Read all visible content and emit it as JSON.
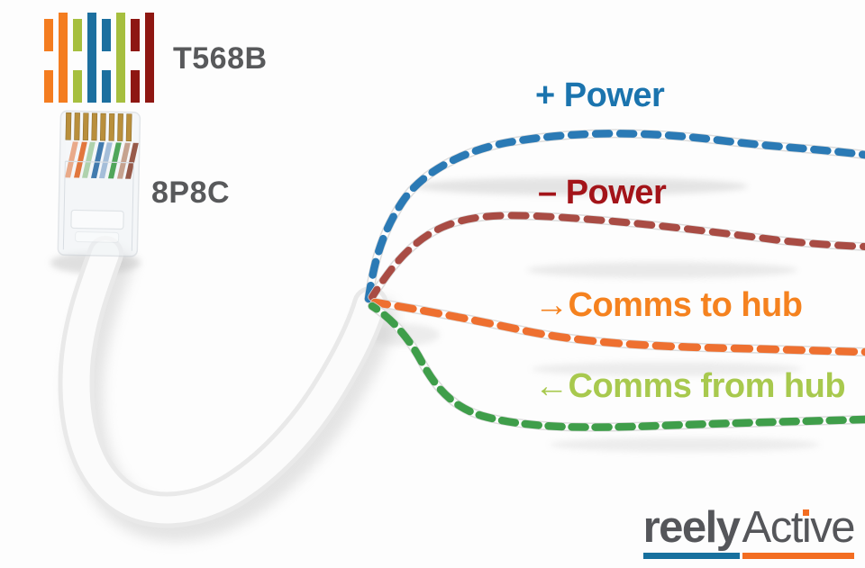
{
  "header": {
    "standard": "T568B",
    "connector_type": "8P8C",
    "text_color": "#58595b",
    "icon_bars": [
      {
        "color": "#f47d20",
        "style": "split"
      },
      {
        "color": "#f47d20",
        "style": "solid"
      },
      {
        "color": "#a6bf3f",
        "style": "split"
      },
      {
        "color": "#1c6f9f",
        "style": "solid"
      },
      {
        "color": "#1c6f9f",
        "style": "split"
      },
      {
        "color": "#a6bf3f",
        "style": "solid"
      },
      {
        "color": "#8e1712",
        "style": "split"
      },
      {
        "color": "#8e1712",
        "style": "solid"
      }
    ]
  },
  "labels": [
    {
      "text": "+ Power",
      "color": "#1b74ae",
      "pair": "blue"
    },
    {
      "text": "– Power",
      "color": "#a31419",
      "pair": "brown"
    },
    {
      "text": "→Comms to hub",
      "color": "#f5821f",
      "pair": "orange"
    },
    {
      "text": "←Comms from hub",
      "color": "#a8c94e",
      "pair": "green"
    }
  ],
  "wires": [
    {
      "name": "blue-pair",
      "color": "#2b7ab5"
    },
    {
      "name": "brown-pair",
      "color": "#a94c44"
    },
    {
      "name": "orange-pair",
      "color": "#ee7030"
    },
    {
      "name": "green-pair",
      "color": "#3f9e4a"
    }
  ],
  "connector_stripes": [
    "#e8a27e",
    "#e06a2a",
    "#a8cfa5",
    "#2f6ea6",
    "#9db8d6",
    "#3f9e4a",
    "#c29a84",
    "#8e4a38"
  ],
  "logo": {
    "part1": "reely",
    "part2_a": "Act",
    "part2_i": "i",
    "part2_b": "ve",
    "text_color": "#55565a",
    "underline1_color": "#17709e",
    "underline2_color": "#f36d21",
    "dot_color": "#f36d21"
  }
}
